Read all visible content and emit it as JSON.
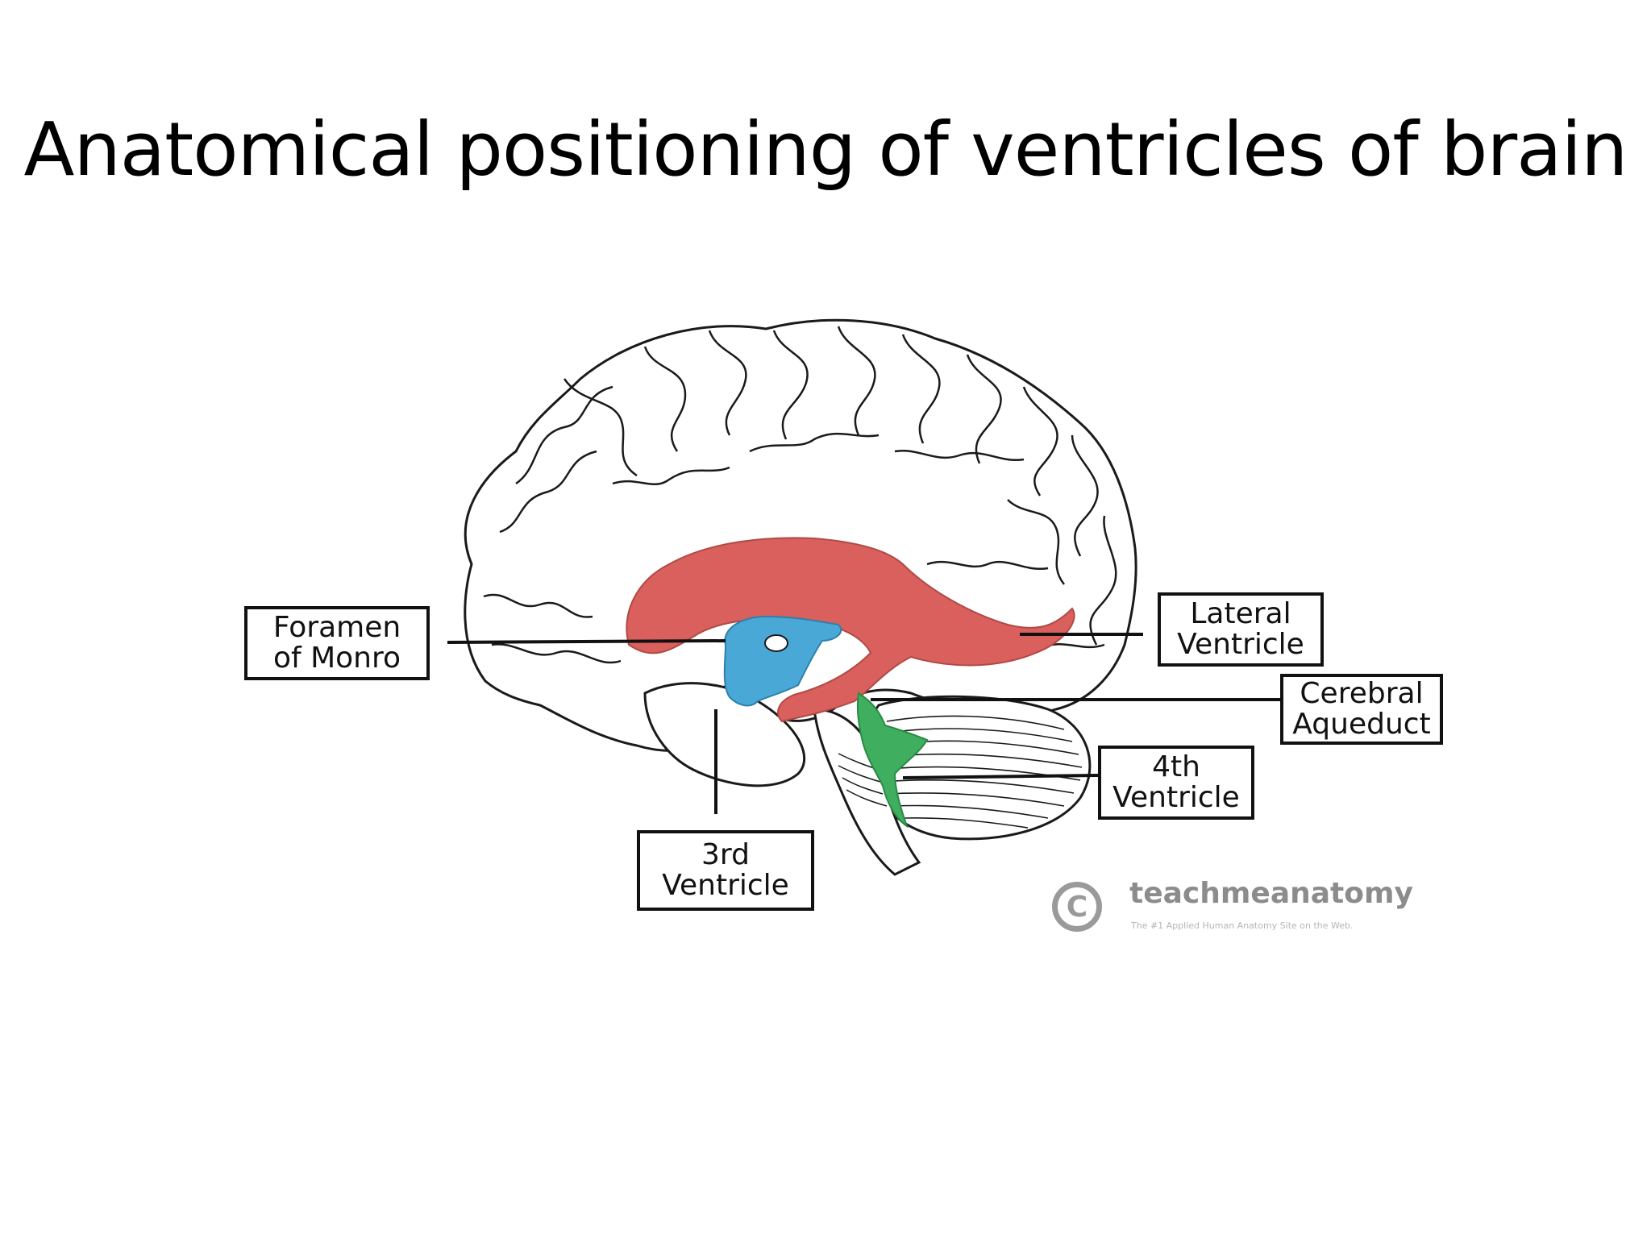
{
  "slide": {
    "title": "Anatomical positioning of ventricles of brain"
  },
  "diagram": {
    "labels": {
      "foramen_line1": "Foramen",
      "foramen_line2": "of Monro",
      "lateral_line1": "Lateral",
      "lateral_line2": "Ventricle",
      "aqueduct_line1": "Cerebral",
      "aqueduct_line2": "Aqueduct",
      "fourth_line1": "4th",
      "fourth_line2": "Ventricle",
      "third_line1": "3rd",
      "third_line2": "Ventricle"
    },
    "colors": {
      "lateral_ventricle": "#d9605c",
      "third_ventricle": "#4aa8d6",
      "fourth_ventricle": "#3fae5f",
      "outline": "#1a1a1a"
    }
  },
  "watermark": {
    "symbol": "C",
    "name": "teachmeanatomy",
    "tagline": "The #1 Applied Human Anatomy Site on the Web."
  }
}
